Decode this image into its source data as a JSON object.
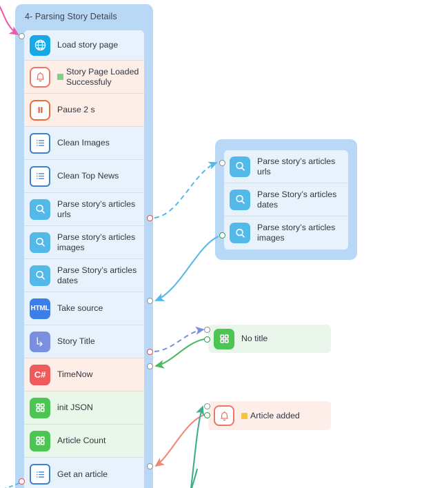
{
  "groups": {
    "main": {
      "title": "4- Parsing Story Details",
      "nodes": [
        {
          "label": "Load story page",
          "icon": "globe-icon",
          "bg": "blue"
        },
        {
          "label": "Story Page Loaded Successfuly",
          "icon": "bell-icon",
          "bg": "red",
          "dot": "#7fd18a"
        },
        {
          "label": "Pause 2 s",
          "icon": "pause-icon",
          "bg": "red"
        },
        {
          "label": "Clean Images",
          "icon": "list-icon",
          "bg": "blue"
        },
        {
          "label": "Clean Top News",
          "icon": "list-icon",
          "bg": "blue"
        },
        {
          "label": "Parse story’s articles urls",
          "icon": "search-icon",
          "bg": "blue"
        },
        {
          "label": "Parse story’s articles images",
          "icon": "search-icon",
          "bg": "blue"
        },
        {
          "label": "Parse Story’s articles dates",
          "icon": "search-icon",
          "bg": "blue"
        },
        {
          "label": "Take source",
          "icon": "html-icon",
          "bg": "blue"
        },
        {
          "label": "Story Title",
          "icon": "arrow-down-icon",
          "bg": "blue"
        },
        {
          "label": "TimeNow",
          "icon": "csharp-icon",
          "bg": "red"
        },
        {
          "label": "init JSON",
          "icon": "grid-icon",
          "bg": "green"
        },
        {
          "label": "Article Count",
          "icon": "grid-icon",
          "bg": "green"
        },
        {
          "label": "Get an article",
          "icon": "list-icon",
          "bg": "blue"
        }
      ]
    },
    "parse": {
      "title": "",
      "nodes": [
        {
          "label": "Parse story’s articles urls",
          "icon": "search-icon",
          "bg": "blue"
        },
        {
          "label": "Parse Story’s articles dates",
          "icon": "search-icon",
          "bg": "blue"
        },
        {
          "label": "Parse story’s articles images",
          "icon": "search-icon",
          "bg": "blue"
        }
      ]
    }
  },
  "cards": [
    {
      "label": "No title",
      "icon": "grid-icon",
      "bg": "green",
      "dot": null
    },
    {
      "label": "Article added",
      "icon": "bell-icon",
      "bg": "red",
      "dot": "#f5c344"
    }
  ],
  "colors": {
    "group_bg": "#b9d8f5",
    "node_blue": "#e8f2fd",
    "node_red": "#fdeee8",
    "node_green": "#e9f6ea",
    "wire_blue": "#57b9e8",
    "wire_green": "#4cb860",
    "wire_salmon": "#f08878",
    "wire_purple": "#7b8fe0",
    "wire_pink": "#ea5aa8",
    "wire_teal": "#3fae8e",
    "port_gray": "#8d8d8d",
    "port_red": "#e8443a",
    "port_green": "#1f9b42"
  }
}
